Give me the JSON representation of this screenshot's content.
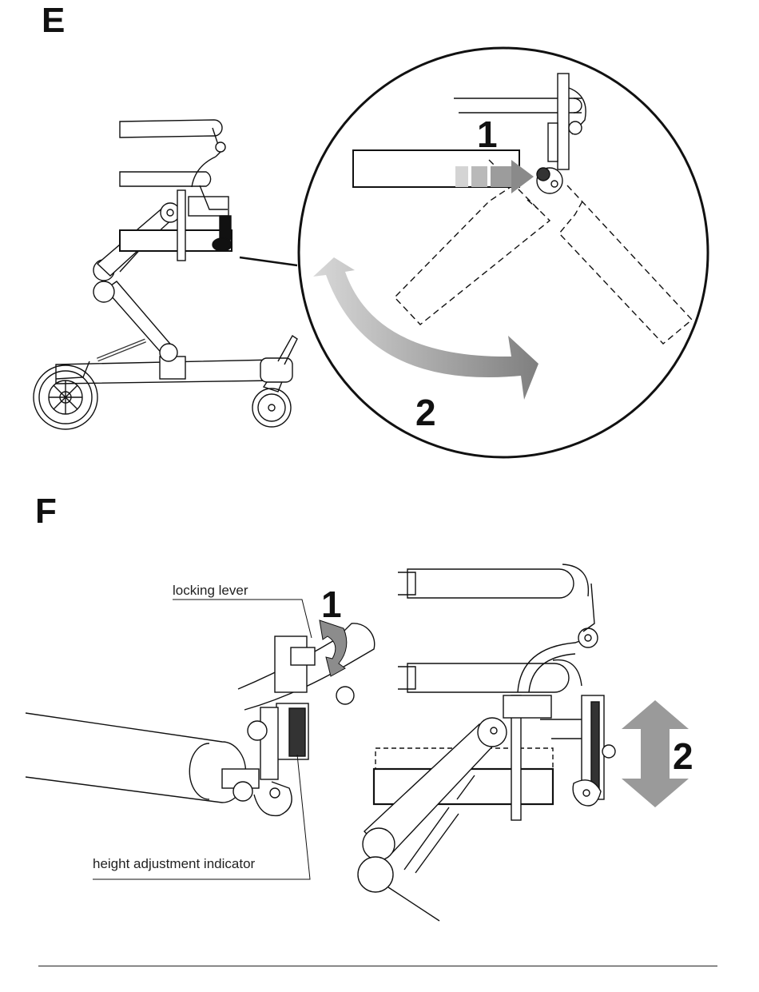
{
  "sections": [
    {
      "letter": "E",
      "steps": [
        "1",
        "2"
      ]
    },
    {
      "letter": "F",
      "steps": [
        "1",
        "2"
      ],
      "labels": {
        "locking_lever": "locking lever",
        "height_indicator": "height adjustment indicator"
      }
    }
  ],
  "colors": {
    "line": "#111111",
    "arrow_fill": "#8c8c8c",
    "arrow_light": "#cfcfcf"
  }
}
